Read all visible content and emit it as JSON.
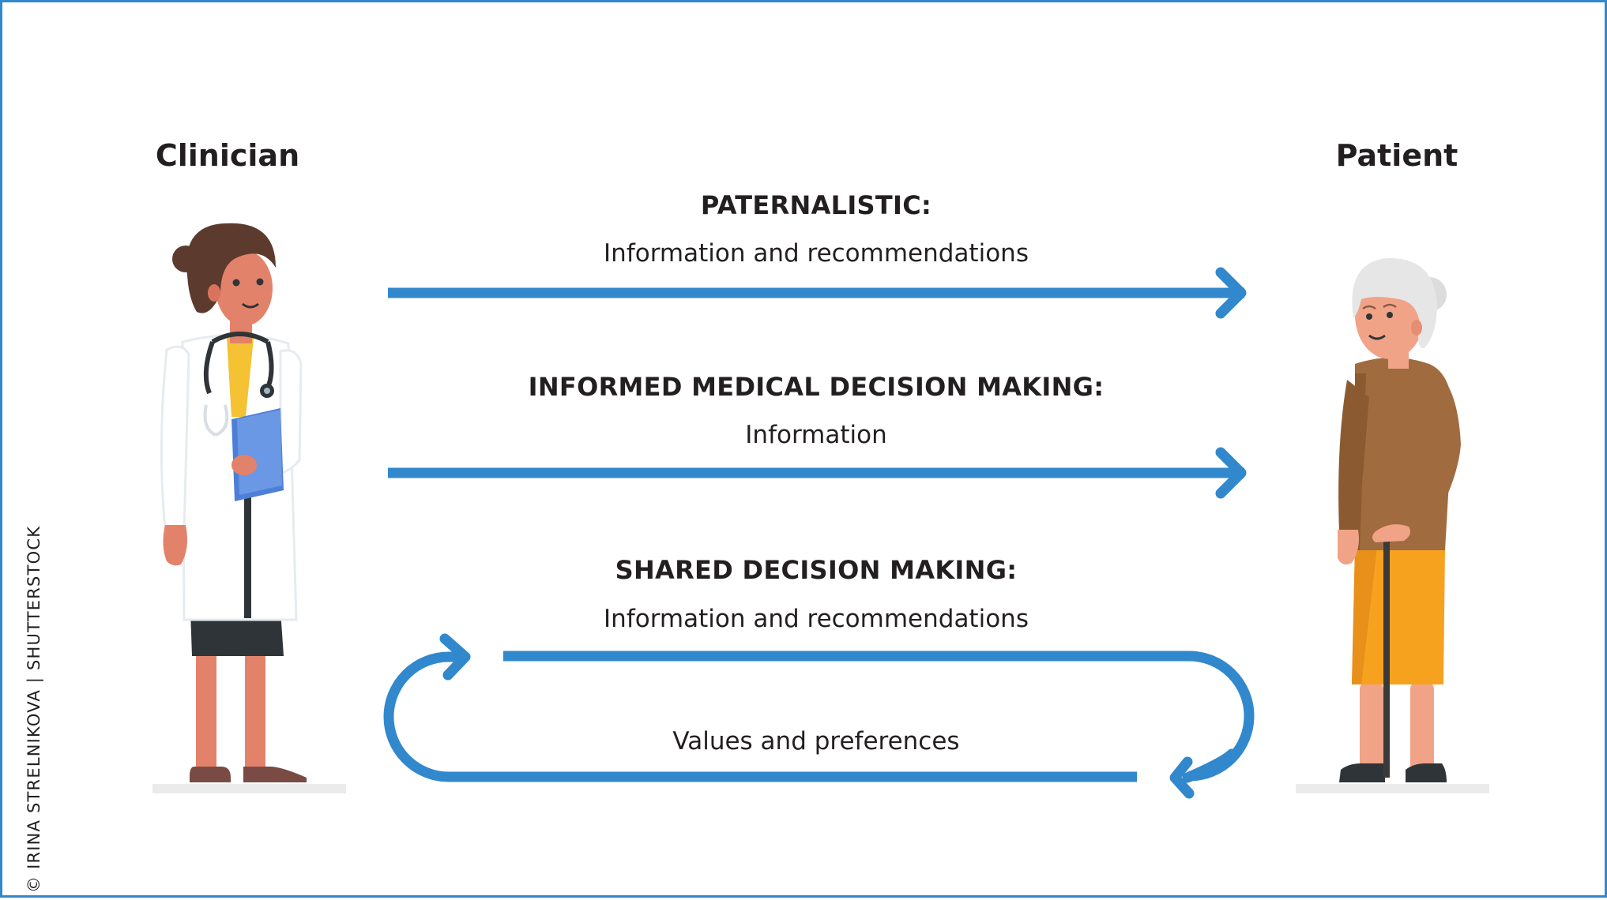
{
  "diagram": {
    "colors": {
      "arrow": "#3188cc",
      "border": "#3188cc",
      "text": "#231f20"
    },
    "clinician": {
      "label": "Clinician",
      "icon": "doctor-illustration"
    },
    "patient": {
      "label": "Patient",
      "icon": "elderly-woman-illustration"
    },
    "models": [
      {
        "title": "PATERNALISTIC:",
        "flow": "Information and recommendations"
      },
      {
        "title": "INFORMED MEDICAL DECISION MAKING:",
        "flow": "Information"
      },
      {
        "title": "SHARED DECISION MAKING:",
        "flow": "Information and recommendations",
        "return_flow": "Values and preferences"
      }
    ],
    "credit": "© IRINA STRELNIKOVA | SHUTTERSTOCK"
  }
}
